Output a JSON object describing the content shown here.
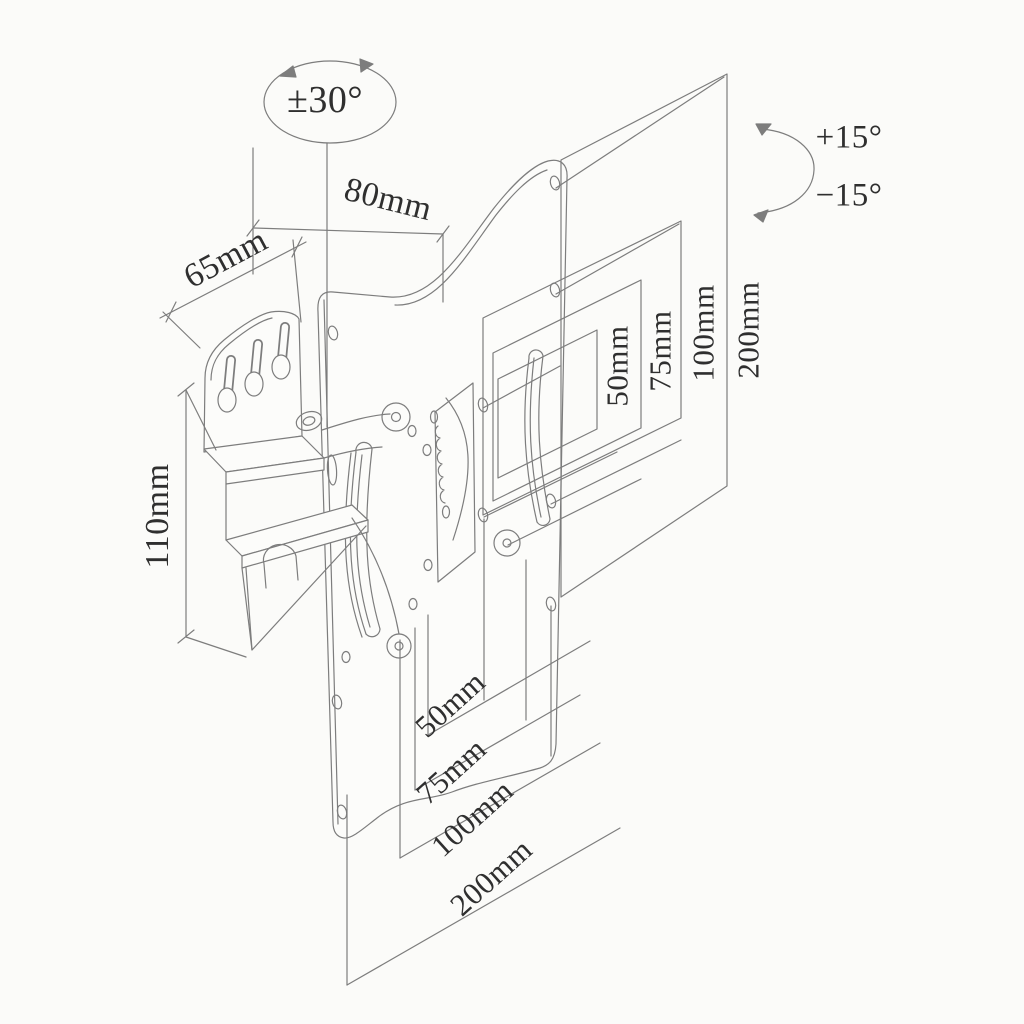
{
  "page": {
    "background": "#fbfbf9"
  },
  "drawing": {
    "line_color": "#7d7d7d",
    "text_color": "#2f2f2f",
    "annotations": {
      "swivel_range": "±30°",
      "tilt_up": "+15°",
      "tilt_down": "−15°",
      "arm_depth": "80mm",
      "bracket_width": "65mm",
      "bracket_height": "110mm"
    },
    "vesa_patterns": {
      "right_labels": [
        "50mm",
        "75mm",
        "100mm",
        "200mm"
      ],
      "bottom_labels": [
        "50mm",
        "75mm",
        "100mm",
        "200mm"
      ]
    }
  }
}
